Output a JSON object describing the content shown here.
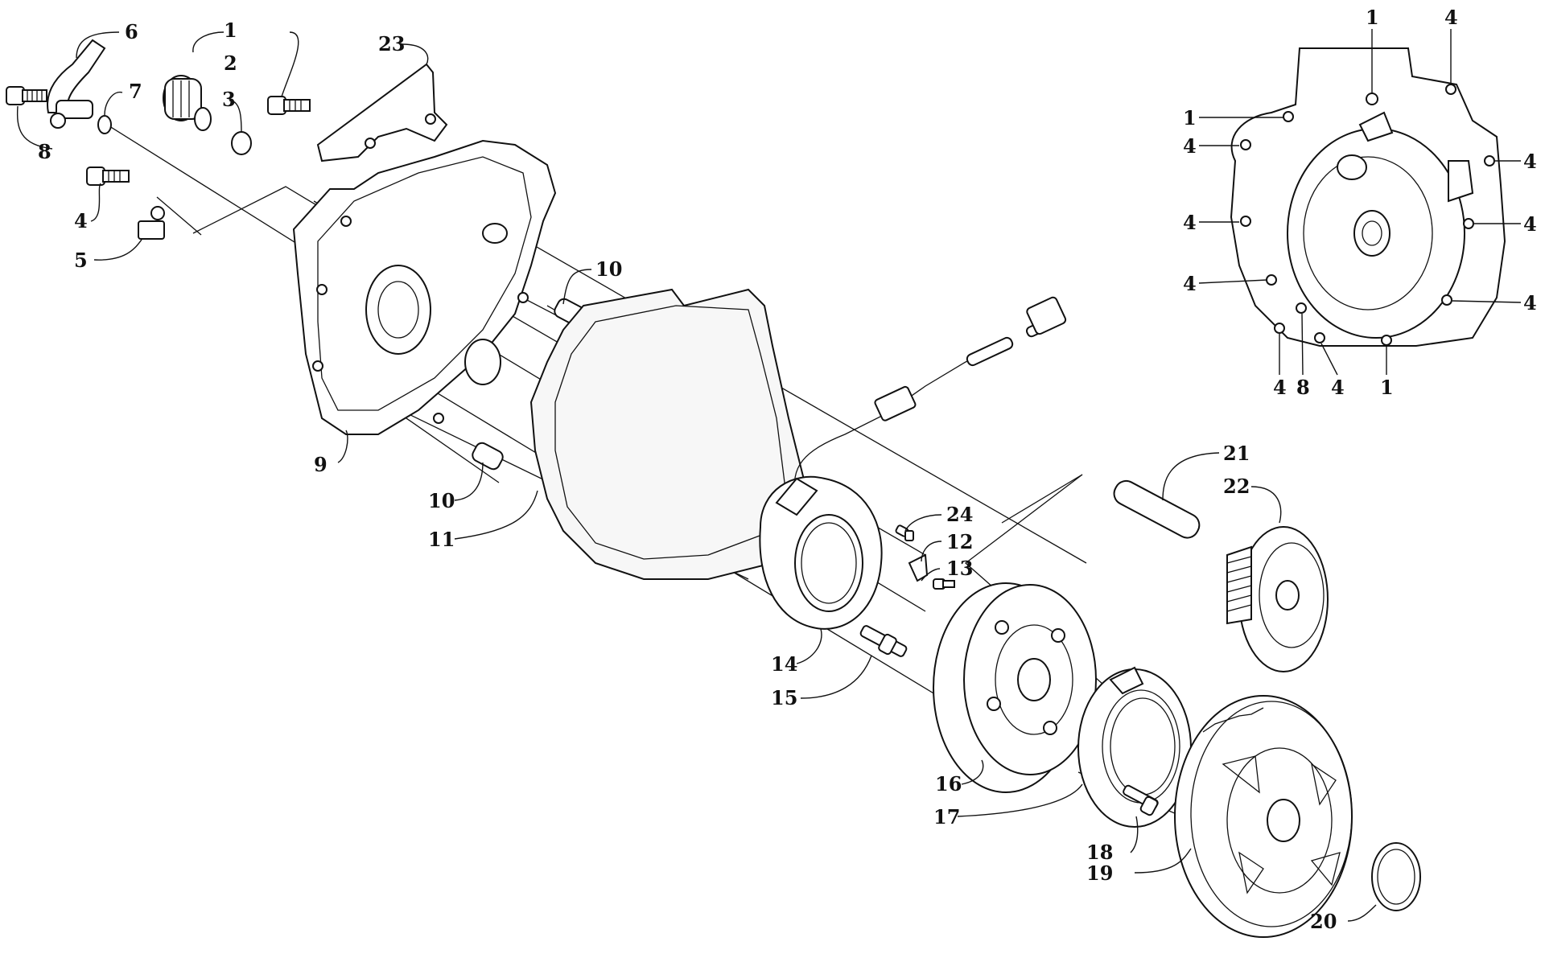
{
  "diagram": {
    "callouts": {
      "p1": "1",
      "p2": "2",
      "p3": "3",
      "p4": "4",
      "p5": "5",
      "p6": "6",
      "p7": "7",
      "p8": "8",
      "p9": "9",
      "p10a": "10",
      "p10b": "10",
      "p11": "11",
      "p12": "12",
      "p13": "13",
      "p14": "14",
      "p15": "15",
      "p16": "16",
      "p17": "17",
      "p18": "18",
      "p19": "19",
      "p20": "20",
      "p21": "21",
      "p22": "22",
      "p23": "23",
      "p24": "24"
    },
    "inset_callouts": {
      "top1": "1",
      "top4": "4",
      "l1": "1",
      "l4a": "4",
      "l4b": "4",
      "l4c": "4",
      "r4a": "4",
      "r4b": "4",
      "r4c": "4",
      "b4a": "4",
      "b8": "8",
      "b4b": "4",
      "b1": "1"
    }
  }
}
